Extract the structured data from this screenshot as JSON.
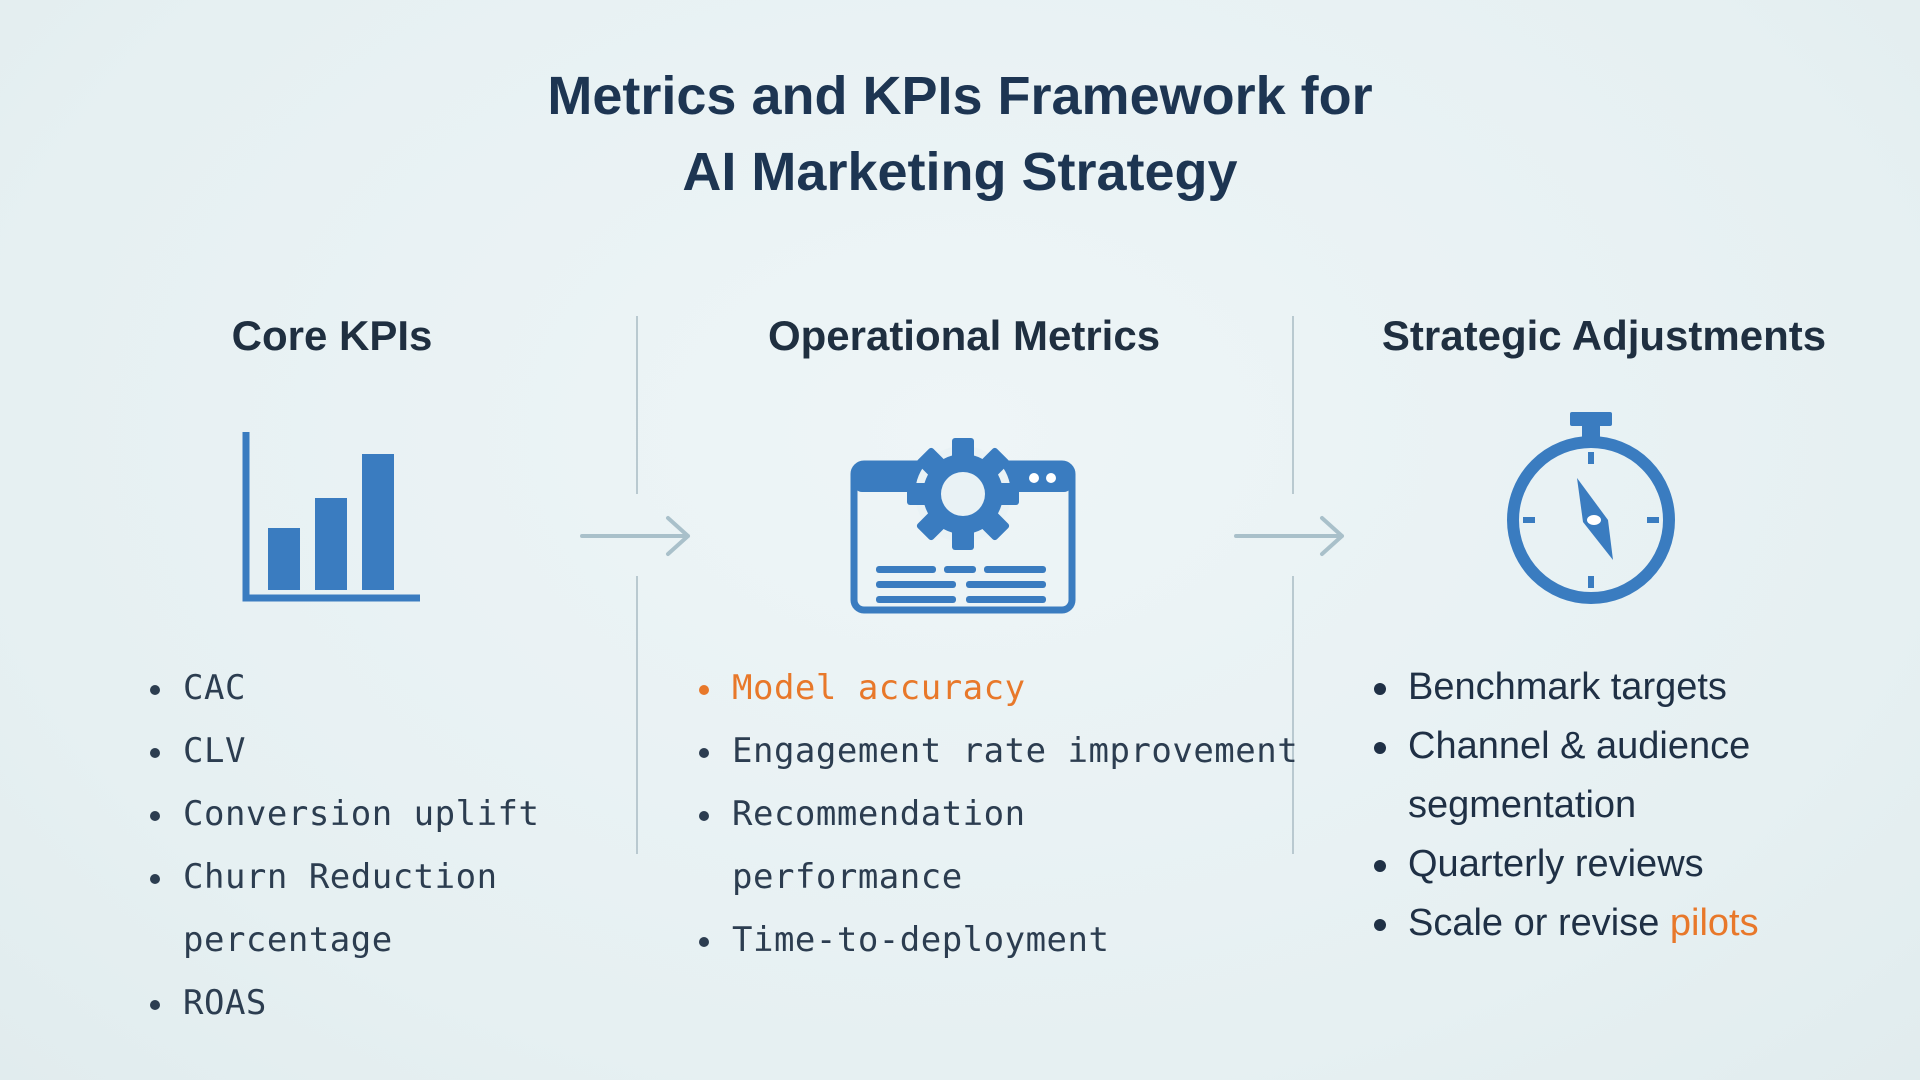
{
  "title": {
    "line1": "Metrics and KPIs Framework for",
    "line2": "AI Marketing Strategy"
  },
  "colors": {
    "accent_blue": "#3a7cc0",
    "highlight_orange": "#e8782a",
    "text_dark": "#1d3552"
  },
  "columns": [
    {
      "heading": "Core KPIs",
      "icon": "bar-chart-icon",
      "items": [
        {
          "text": "CAC",
          "bullet": true
        },
        {
          "text": "CLV",
          "bullet": true
        },
        {
          "text": "Conversion uplift",
          "bullet": true
        },
        {
          "text": "Churn Reduction",
          "bullet": true
        },
        {
          "text": "percentage",
          "bullet": false
        },
        {
          "text": "ROAS",
          "bullet": true
        }
      ]
    },
    {
      "heading": "Operational Metrics",
      "icon": "gear-window-icon",
      "items": [
        {
          "text": "Model accuracy",
          "bullet": true,
          "highlight": true
        },
        {
          "text": "Engagement rate improvement",
          "bullet": true
        },
        {
          "text": "Recommendation",
          "bullet": true
        },
        {
          "text": "performance",
          "bullet": false
        },
        {
          "text": "Time-to-deployment",
          "bullet": true
        }
      ]
    },
    {
      "heading": "Strategic Adjustments",
      "icon": "stopwatch-compass-icon",
      "items": [
        {
          "text": "Benchmark targets",
          "bullet": true
        },
        {
          "text": "Channel & audience",
          "bullet": true
        },
        {
          "text": "segmentation",
          "bullet": false
        },
        {
          "text": "Quarterly reviews",
          "bullet": true
        },
        {
          "text": "Scale or revise ",
          "highlight_suffix": "pilots",
          "bullet": true
        }
      ]
    }
  ]
}
